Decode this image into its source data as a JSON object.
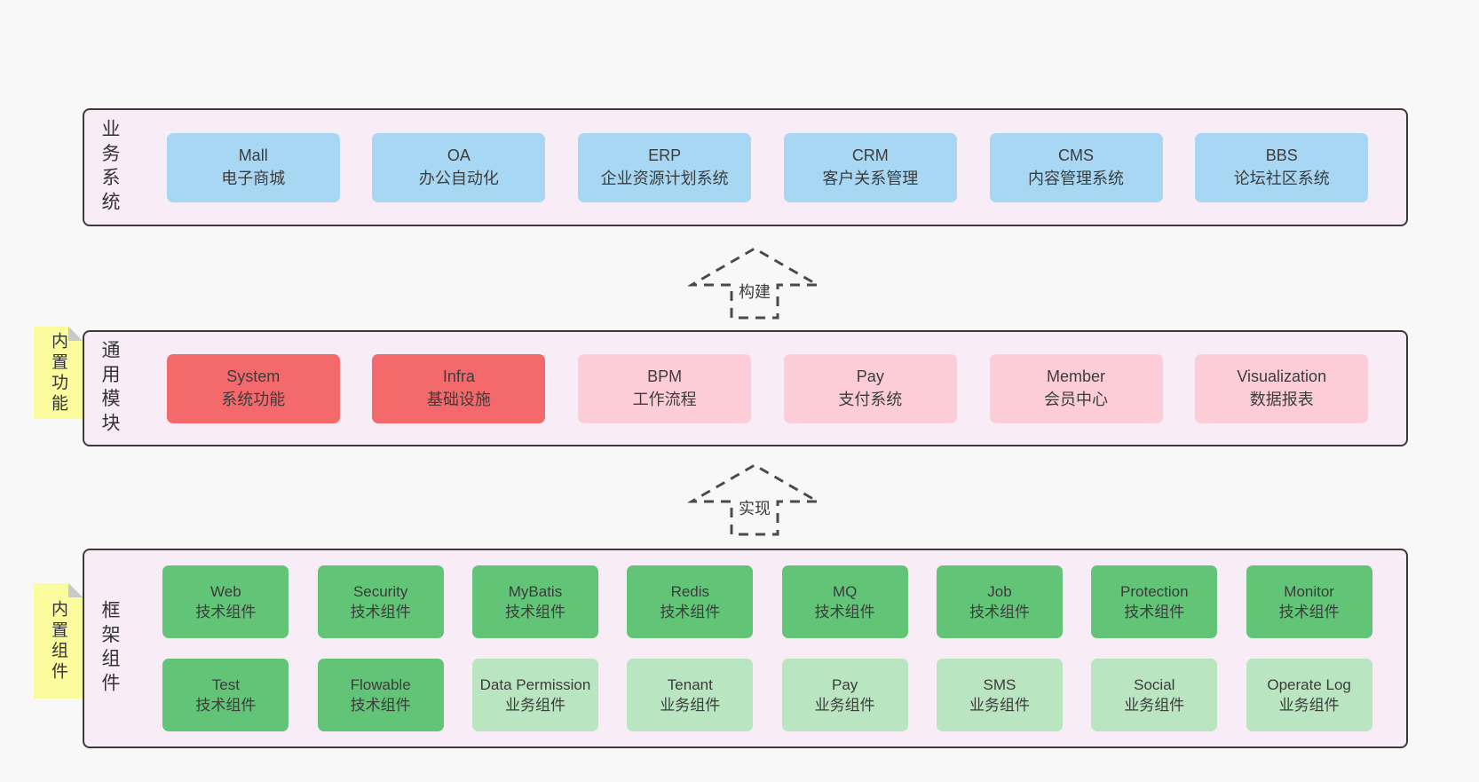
{
  "colors": {
    "page_bg": "#f8f8f8",
    "section_bg": "#f8edf6",
    "section_border": "#3b3b3b",
    "text": "#3c3c3c",
    "blue": "#a8d7f4",
    "red": "#f4696c",
    "pink": "#fccdd7",
    "green": "#61c476",
    "green_light": "#b9e5c1",
    "note_yellow": "#fbfc9e",
    "note_fold": "#c9c9c9",
    "arrow": "#4a4a4a"
  },
  "arrows": [
    {
      "label": "构建"
    },
    {
      "label": "实现"
    }
  ],
  "sections": [
    {
      "label": "业务系统",
      "boxes": [
        {
          "title": "Mall",
          "subtitle": "电子商城",
          "color": "blue"
        },
        {
          "title": "OA",
          "subtitle": "办公自动化",
          "color": "blue"
        },
        {
          "title": "ERP",
          "subtitle": "企业资源计划系统",
          "color": "blue"
        },
        {
          "title": "CRM",
          "subtitle": "客户关系管理",
          "color": "blue"
        },
        {
          "title": "CMS",
          "subtitle": "内容管理系统",
          "color": "blue"
        },
        {
          "title": "BBS",
          "subtitle": "论坛社区系统",
          "color": "blue"
        }
      ]
    },
    {
      "label": "通用模块",
      "note": "内置功能",
      "boxes": [
        {
          "title": "System",
          "subtitle": "系统功能",
          "color": "red"
        },
        {
          "title": "Infra",
          "subtitle": "基础设施",
          "color": "red"
        },
        {
          "title": "BPM",
          "subtitle": "工作流程",
          "color": "pink"
        },
        {
          "title": "Pay",
          "subtitle": "支付系统",
          "color": "pink"
        },
        {
          "title": "Member",
          "subtitle": "会员中心",
          "color": "pink"
        },
        {
          "title": "Visualization",
          "subtitle": "数据报表",
          "color": "pink"
        }
      ]
    },
    {
      "label": "框架组件",
      "note": "内置组件",
      "rows": [
        [
          {
            "title": "Web",
            "subtitle": "技术组件",
            "color": "green"
          },
          {
            "title": "Security",
            "subtitle": "技术组件",
            "color": "green"
          },
          {
            "title": "MyBatis",
            "subtitle": "技术组件",
            "color": "green"
          },
          {
            "title": "Redis",
            "subtitle": "技术组件",
            "color": "green"
          },
          {
            "title": "MQ",
            "subtitle": "技术组件",
            "color": "green"
          },
          {
            "title": "Job",
            "subtitle": "技术组件",
            "color": "green"
          },
          {
            "title": "Protection",
            "subtitle": "技术组件",
            "color": "green"
          },
          {
            "title": "Monitor",
            "subtitle": "技术组件",
            "color": "green"
          }
        ],
        [
          {
            "title": "Test",
            "subtitle": "技术组件",
            "color": "green"
          },
          {
            "title": "Flowable",
            "subtitle": "技术组件",
            "color": "green"
          },
          {
            "title": "Data Permission",
            "subtitle": "业务组件",
            "color": "green_light"
          },
          {
            "title": "Tenant",
            "subtitle": "业务组件",
            "color": "green_light"
          },
          {
            "title": "Pay",
            "subtitle": "业务组件",
            "color": "green_light"
          },
          {
            "title": "SMS",
            "subtitle": "业务组件",
            "color": "green_light"
          },
          {
            "title": "Social",
            "subtitle": "业务组件",
            "color": "green_light"
          },
          {
            "title": "Operate Log",
            "subtitle": "业务组件",
            "color": "green_light"
          }
        ]
      ]
    }
  ]
}
